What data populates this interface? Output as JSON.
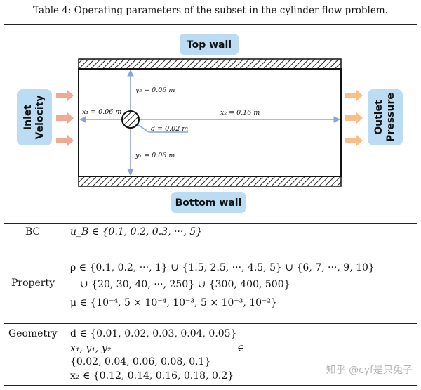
{
  "caption": "Table 4: Operating parameters of the subset in the cylinder flow problem.",
  "figure": {
    "top_wall": "Top wall",
    "bottom_wall": "Bottom wall",
    "inlet_line1": "Inlet",
    "inlet_line2": "Velocity",
    "outlet_line1": "Outlet",
    "outlet_line2": "Pressure",
    "y2": "y₂ = 0.06 m",
    "x1": "x₁ = 0.06 m",
    "x2": "x₂ = 0.16 m",
    "d": "d = 0.02 m",
    "y1": "y₁ = 0.06 m",
    "colors": {
      "pill": "#bcdcf3",
      "arrow_in": "#f2a993",
      "arrow_out": "#f7c08a",
      "dim": "#8aa4d6"
    }
  },
  "table": {
    "bc_label": "BC",
    "bc_value": "u_B ∈ {0.1, 0.2, 0.3, ···, 5}",
    "property_label": "Property",
    "property_line1": "ρ ∈ {0.1, 0.2, ···, 1} ∪ {1.5, 2.5, ···, 4.5, 5} ∪ {6, 7, ···, 9, 10}",
    "property_line2": "∪ {20, 30, 40, ···, 250} ∪ {300, 400, 500}",
    "property_line3": "μ ∈ {10⁻⁴, 5 × 10⁻⁴, 10⁻³, 5 × 10⁻³, 10⁻²}",
    "geometry_label": "Geometry",
    "geometry_line1": "d ∈ {0.01, 0.02, 0.03, 0.04, 0.05}",
    "geometry_line2": "x₁, y₁, y₂",
    "geometry_in": "∈",
    "geometry_line3": "{0.02, 0.04, 0.06, 0.08, 0.1}",
    "geometry_line4": "x₂ ∈ {0.12, 0.14, 0.16, 0.18, 0.2}"
  },
  "watermark": "知乎 @cyf是只兔子"
}
